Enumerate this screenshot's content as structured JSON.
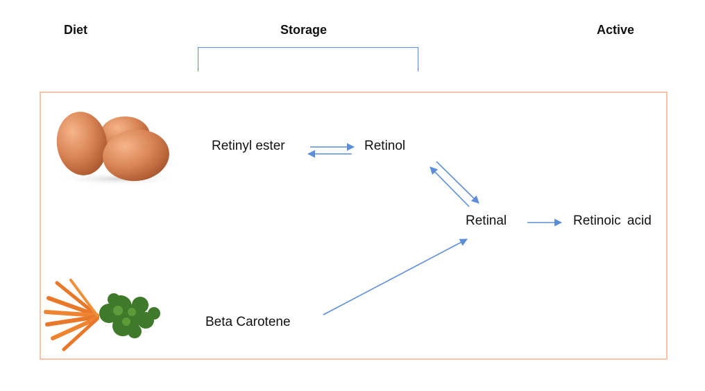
{
  "headers": {
    "diet": "Diet",
    "storage": "Storage",
    "active": "Active"
  },
  "nodes": {
    "retinyl_ester": "Retinyl ester",
    "retinol": "Retinol",
    "retinal": "Retinal",
    "retinoic_acid": "Retinoic  acid",
    "beta_carotene": "Beta Carotene"
  },
  "images": {
    "eggs": "eggs-image",
    "carrots": "carrots-image"
  },
  "colors": {
    "arrow": "#5b8ed6",
    "panel_border": "#f3c4a8",
    "egg": "#d98455",
    "carrot": "#e8782a",
    "greens": "#3f7a2a"
  }
}
